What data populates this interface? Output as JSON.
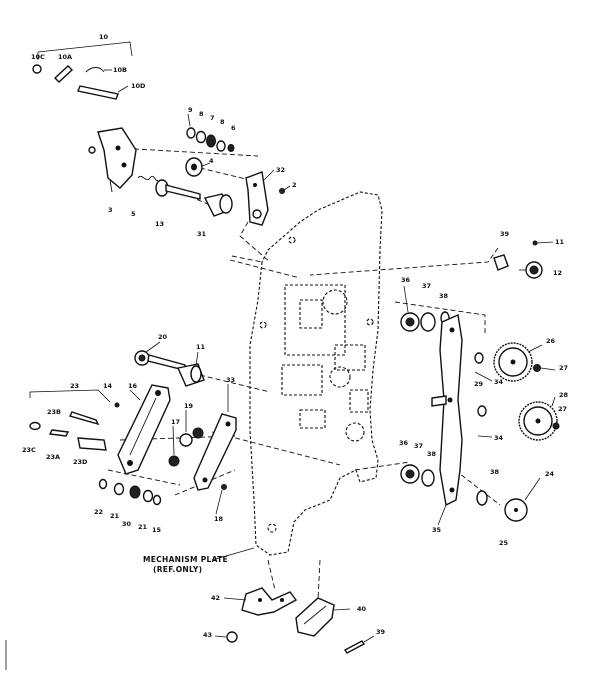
{
  "callouts": {
    "l10": "10",
    "l10c": "10C",
    "l10a": "10A",
    "l10b": "10B",
    "l10d": "10D",
    "l9": "9",
    "l8": "8",
    "l7": "7",
    "l6": "6",
    "l4": "4",
    "l3": "3",
    "l5": "5",
    "l13": "13",
    "l31": "31",
    "l32": "32",
    "l2": "2",
    "l39": "39",
    "l11": "11",
    "l12": "12",
    "l36": "36",
    "l37": "37",
    "l38": "38",
    "l29": "29",
    "l26": "26",
    "l27": "27",
    "l28": "28",
    "l27b": "27",
    "l34": "34",
    "l36b": "36",
    "l37b": "37",
    "l38b": "38",
    "l35": "35",
    "l38c": "38",
    "l24": "24",
    "l25": "25",
    "l20": "20",
    "l11b": "11",
    "l23": "23",
    "l14": "14",
    "l16": "16",
    "l33": "33",
    "l19": "19",
    "l17": "17",
    "l23b": "23B",
    "l23c": "23C",
    "l23a": "23A",
    "l23d": "23D",
    "l22": "22",
    "l21": "21",
    "l30": "30",
    "l21b": "21",
    "l18": "18",
    "l15": "15",
    "l42": "42",
    "l40": "40",
    "l43": "43",
    "l39b": "39"
  },
  "caption": {
    "line1": "MECHANISM PLATE",
    "line2": "(REF.ONLY)"
  }
}
